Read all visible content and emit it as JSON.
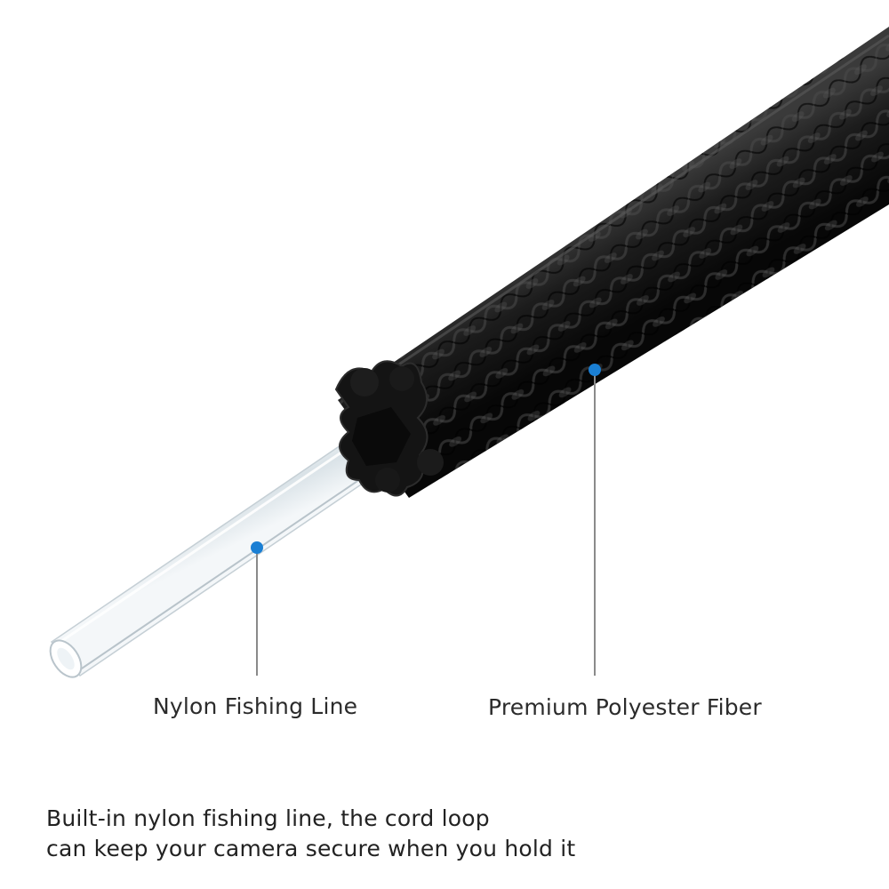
{
  "callouts": {
    "nylon_label": "Nylon Fishing Line",
    "polyester_label": "Premium Polyester Fiber",
    "marker_color": "#1a7fd4"
  },
  "caption": {
    "line1": "Built-in nylon fishing line, the cord loop",
    "line2": "can keep your camera secure when you hold it"
  },
  "colors": {
    "braid": "#1a1a1a",
    "core": "#e8eef2"
  }
}
